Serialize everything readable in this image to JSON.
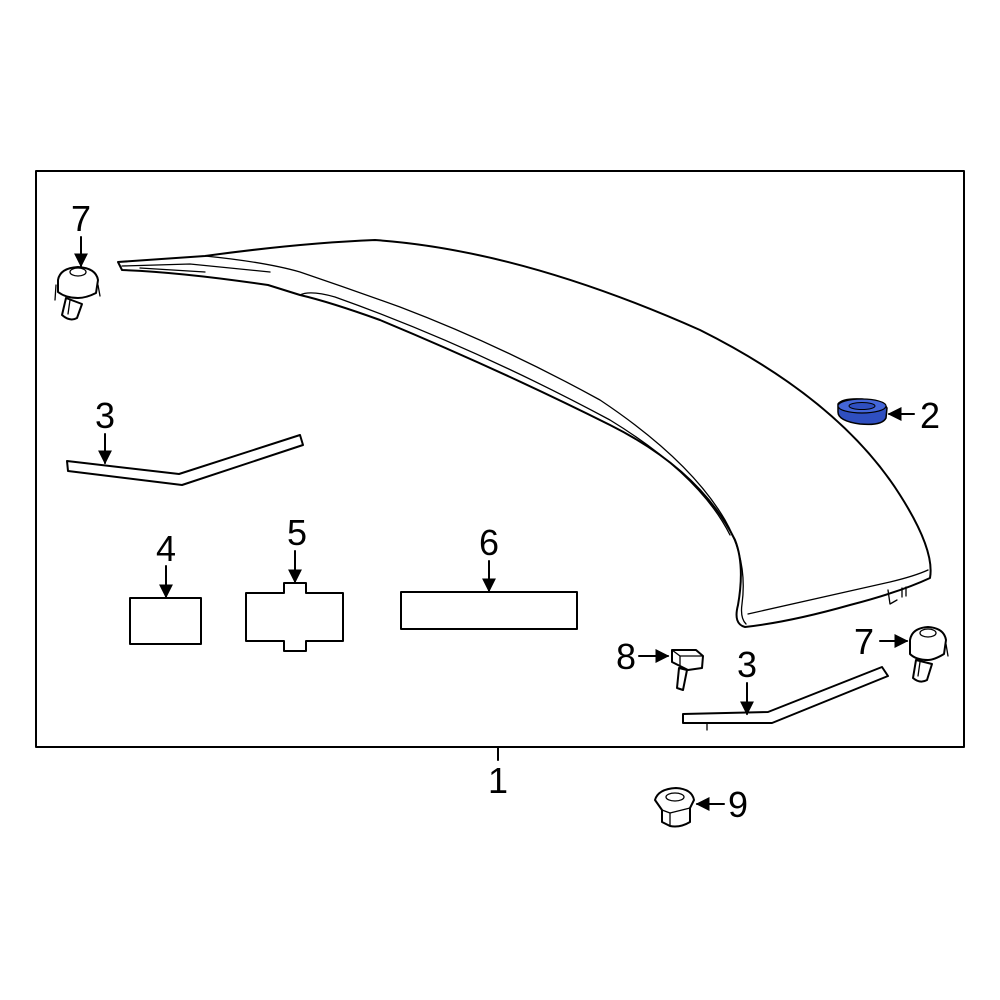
{
  "diagram": {
    "callouts": {
      "assembly": "1",
      "pad": "2",
      "seal_left": "3",
      "seal_right": "3",
      "label_4": "4",
      "label_5": "5",
      "label_6": "6",
      "clip_left": "7",
      "clip_right": "7",
      "fastener": "8",
      "nut": "9"
    },
    "colors": {
      "highlight": "#2f4fc0",
      "line": "#000000",
      "background": "#ffffff"
    }
  }
}
